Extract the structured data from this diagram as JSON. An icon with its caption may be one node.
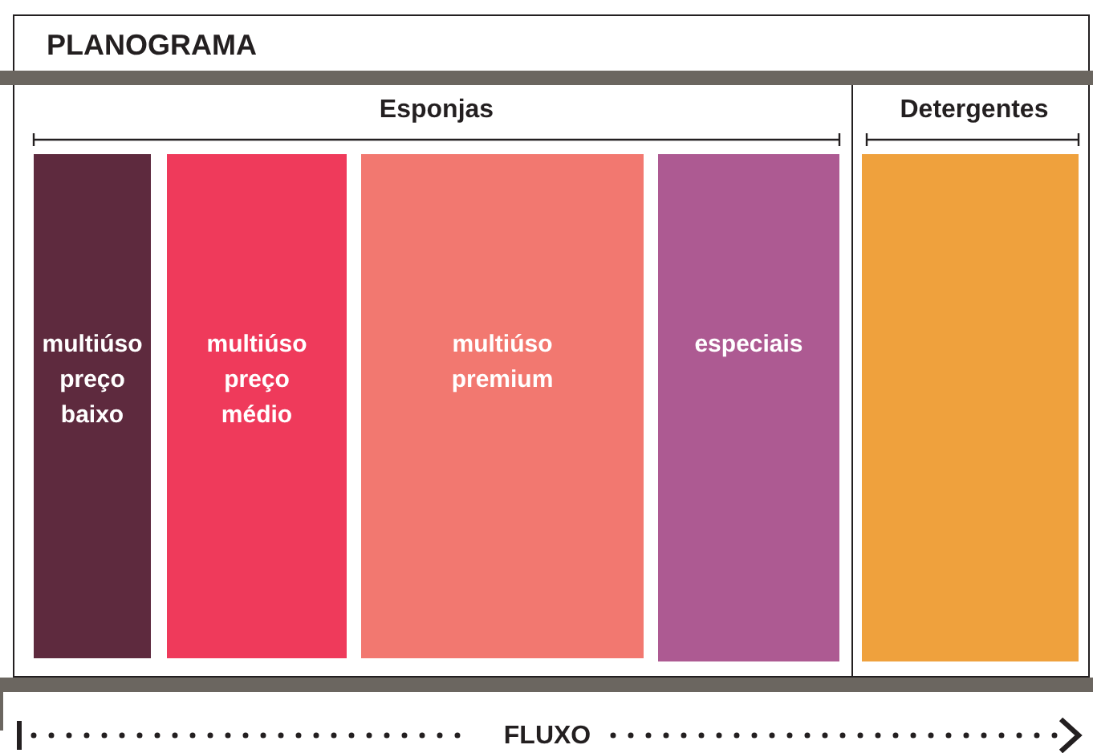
{
  "diagram": {
    "title": "PLANOGRAMA",
    "nodes": [
      {
        "text": [
          "multiúso preço baixo"
        ]
      },
      {
        "text": [
          "multiúso preço médio"
        ]
      },
      {
        "text": [
          "multiúso premium"
        ]
      },
      {
        "text": [
          "especiais"
        ]
      },
      {
        "text": [],
        "shape": "box"
      }
    ],
    "labels": [
      "Esponjas",
      "Detergentes",
      "FLUXO"
    ]
  }
}
